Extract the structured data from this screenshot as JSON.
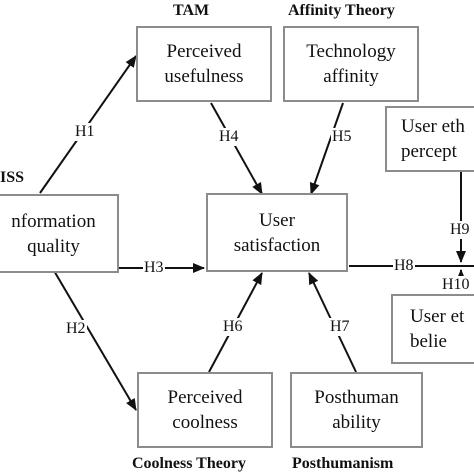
{
  "theories": {
    "tam": "TAM",
    "affinity": "Affinity Theory",
    "iss": "ISS",
    "coolness": "Coolness Theory",
    "posthumanism": "Posthumanism"
  },
  "constructs": {
    "perceived_usefulness": "Perceived\nusefulness",
    "technology_affinity": "Technology\naffinity",
    "information_quality": "nformation\nquality",
    "user_satisfaction": "User\nsatisfaction",
    "user_ethical_perception": "User eth\npercept",
    "user_ethical_belief": "User et\nbelie",
    "perceived_coolness": "Perceived\ncoolness",
    "posthuman_ability": "Posthuman\nability"
  },
  "hypotheses": {
    "h1": "H1",
    "h2": "H2",
    "h3": "H3",
    "h4": "H4",
    "h5": "H5",
    "h6": "H6",
    "h7": "H7",
    "h8": "H8",
    "h9": "H9",
    "h10": "H10"
  },
  "colors": {
    "box_border": "#8c8c8c",
    "line": "#111111",
    "text": "#111111"
  }
}
